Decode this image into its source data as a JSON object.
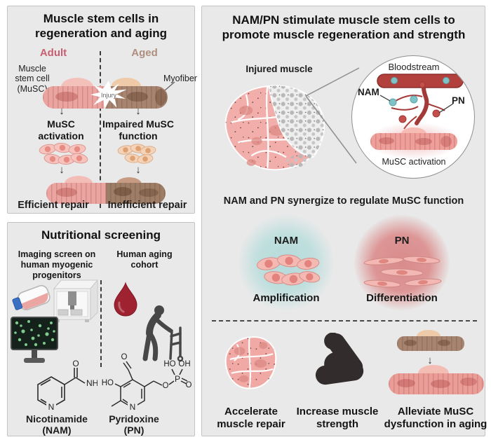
{
  "icons": {
    "down_arrow": "↓"
  },
  "colors": {
    "panel_bg": "#e9e9e9",
    "panel_border": "#c3c3c3",
    "adult_accent": "#c75f72",
    "aged_accent": "#ae8e7f",
    "fiber_adult": "#eba49f",
    "fiber_aged": "#a6846f",
    "nam_teal": "#7fc3c6",
    "pn_red": "#c4504c",
    "vessel_red": "#b2403d",
    "blood_drop": "#9e2230",
    "teal_glow": "#b5dbda",
    "pink_glow": "#da8d8d"
  },
  "panel_a": {
    "title": "Muscle stem cells in\nregeneration and aging",
    "adult": "Adult",
    "aged": "Aged",
    "musc_callout": "Muscle\nstem cell\n(MuSC)",
    "myofiber_callout": "Myofiber",
    "injury": "Injury",
    "adult_step": "MuSC\nactivation",
    "aged_step": "Impaired MuSC\nfunction",
    "adult_result": "Efficient repair",
    "aged_result": "Inefficient repair"
  },
  "panel_b": {
    "title": "Nutritional screening",
    "imaging_heading": "Imaging screen on\nhuman myogenic\nprogenitors",
    "cohort_heading": "Human aging\ncohort",
    "nam": {
      "name": "Nicotinamide\n(NAM)",
      "atom_o": "O",
      "atom_nh2": "NH₂",
      "atom_n": "N"
    },
    "pn": {
      "name": "Pyridoxine\n(PN)",
      "atom_o_ald": "O",
      "atom_ho_ring": "HO",
      "atom_n": "N",
      "atom_o_ester": "O",
      "atom_p": "P",
      "atom_o_dbl": "O",
      "atom_ho_p": "HO",
      "atom_oh_p": "OH"
    }
  },
  "panel_c": {
    "title": "NAM/PN stimulate muscle stem cells to\npromote muscle regeneration and strength",
    "injured_muscle": "Injured muscle",
    "inset": {
      "bloodstream": "Bloodstream",
      "nam": "NAM",
      "pn": "PN",
      "caption": "MuSC activation"
    },
    "synergy_heading": "NAM and PN synergize to regulate MuSC function",
    "nam_label": "NAM",
    "nam_caption": "Amplification",
    "pn_label": "PN",
    "pn_caption": "Differentiation",
    "outcome_repair": "Accelerate\nmuscle repair",
    "outcome_strength": "Increase muscle\nstrength",
    "outcome_aging": "Alleviate MuSC\ndysfunction in aging"
  }
}
